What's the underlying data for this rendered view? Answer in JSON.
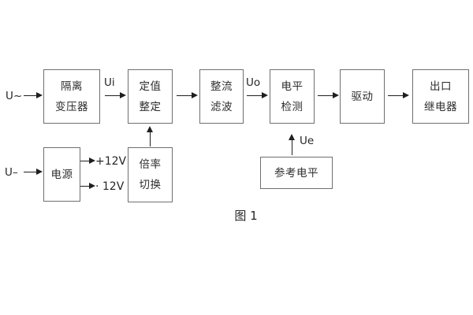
{
  "diagram": {
    "caption": "图 1",
    "inputs": {
      "ac_label": "U~",
      "dc_label": "U",
      "dc_dash": "–"
    },
    "signal_labels": {
      "ui": "Ui",
      "uo": "Uo",
      "ue": "Ue",
      "plus_12v": "+12V",
      "minus_12v": "· 12V"
    },
    "blocks": {
      "isolation_transformer": {
        "line1": "隔离",
        "line2": "变压器"
      },
      "setting_adjust": {
        "line1": "定值",
        "line2": "整定"
      },
      "rectifier_filter": {
        "line1": "整流",
        "line2": "滤波"
      },
      "level_detect": {
        "line1": "电平",
        "line2": "检测"
      },
      "driver": {
        "line1": "驱动"
      },
      "output_relay": {
        "line1": "出口",
        "line2": "继电器"
      },
      "power_supply": {
        "line1": "电源"
      },
      "ratio_switch": {
        "line1": "倍率",
        "line2": "切换"
      },
      "reference_level": {
        "line1": "参考电平"
      }
    },
    "colors": {
      "background": "#ffffff",
      "box_border": "#6f6f6f",
      "text": "#2d2d2d",
      "arrow": "#1f1f1f"
    }
  }
}
